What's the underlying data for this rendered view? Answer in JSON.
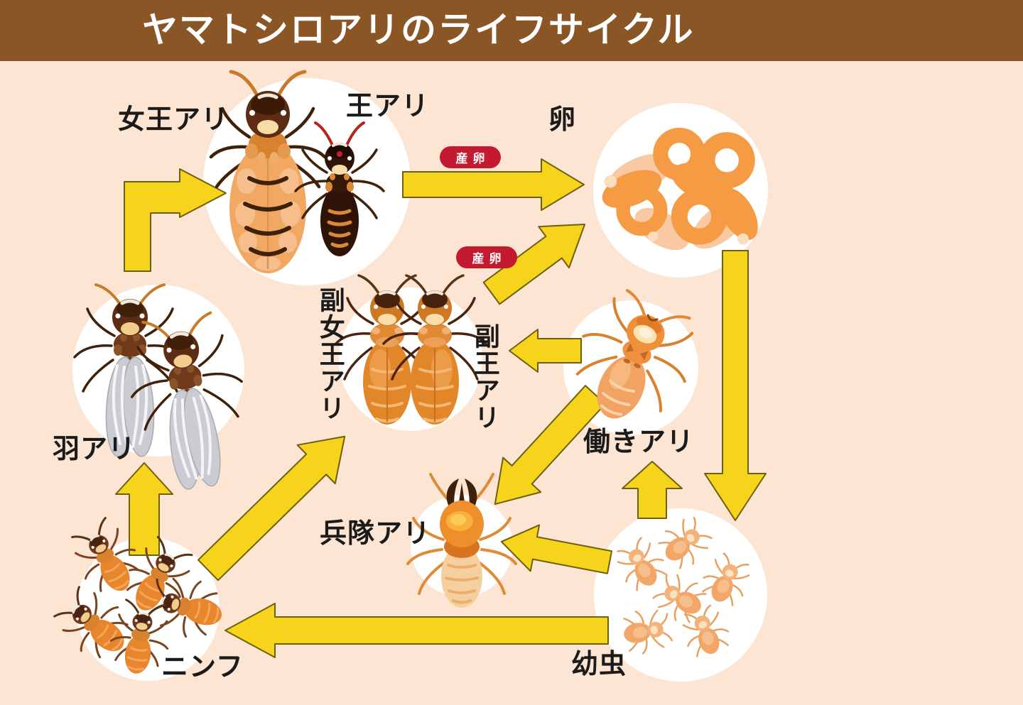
{
  "header": {
    "title": "ヤマトシロアリのライフサイクル"
  },
  "labels": {
    "queen": "女王アリ",
    "king": "王アリ",
    "eggs": "卵",
    "secondary_queen": "副女王アリ",
    "secondary_king": "副王アリ",
    "alates": "羽アリ",
    "worker": "働きアリ",
    "soldier": "兵隊アリ",
    "nymph": "ニンフ",
    "larva": "幼虫",
    "spawn_badge": "産卵"
  },
  "colors": {
    "background": "#FCE5D2",
    "header_bg": "#8A5626",
    "header_text": "#FFFFFF",
    "arrow_fill": "#F6D41C",
    "arrow_border": "#6F5F10",
    "badge_bg": "#C31A31",
    "badge_text": "#FFFFFF",
    "label_text": "#1B1B1B",
    "node_circle": "#FFFFFF"
  },
  "flow": [
    {
      "from": "ニンフ",
      "to": "羽アリ",
      "label": ""
    },
    {
      "from": "羽アリ",
      "to": "女王アリ・王アリ",
      "label": ""
    },
    {
      "from": "女王アリ・王アリ",
      "to": "卵",
      "label": "産卵"
    },
    {
      "from": "副女王アリ・副王アリ",
      "to": "卵",
      "label": "産卵"
    },
    {
      "from": "卵",
      "to": "幼虫",
      "label": ""
    },
    {
      "from": "幼虫",
      "to": "働きアリ",
      "label": ""
    },
    {
      "from": "働きアリ",
      "to": "副女王アリ・副王アリ",
      "label": ""
    },
    {
      "from": "働きアリ",
      "to": "兵隊アリ",
      "label": ""
    },
    {
      "from": "幼虫",
      "to": "兵隊アリ",
      "label": ""
    },
    {
      "from": "幼虫",
      "to": "ニンフ",
      "label": ""
    },
    {
      "from": "ニンフ",
      "to": "副女王アリ・副王アリ",
      "label": ""
    }
  ]
}
